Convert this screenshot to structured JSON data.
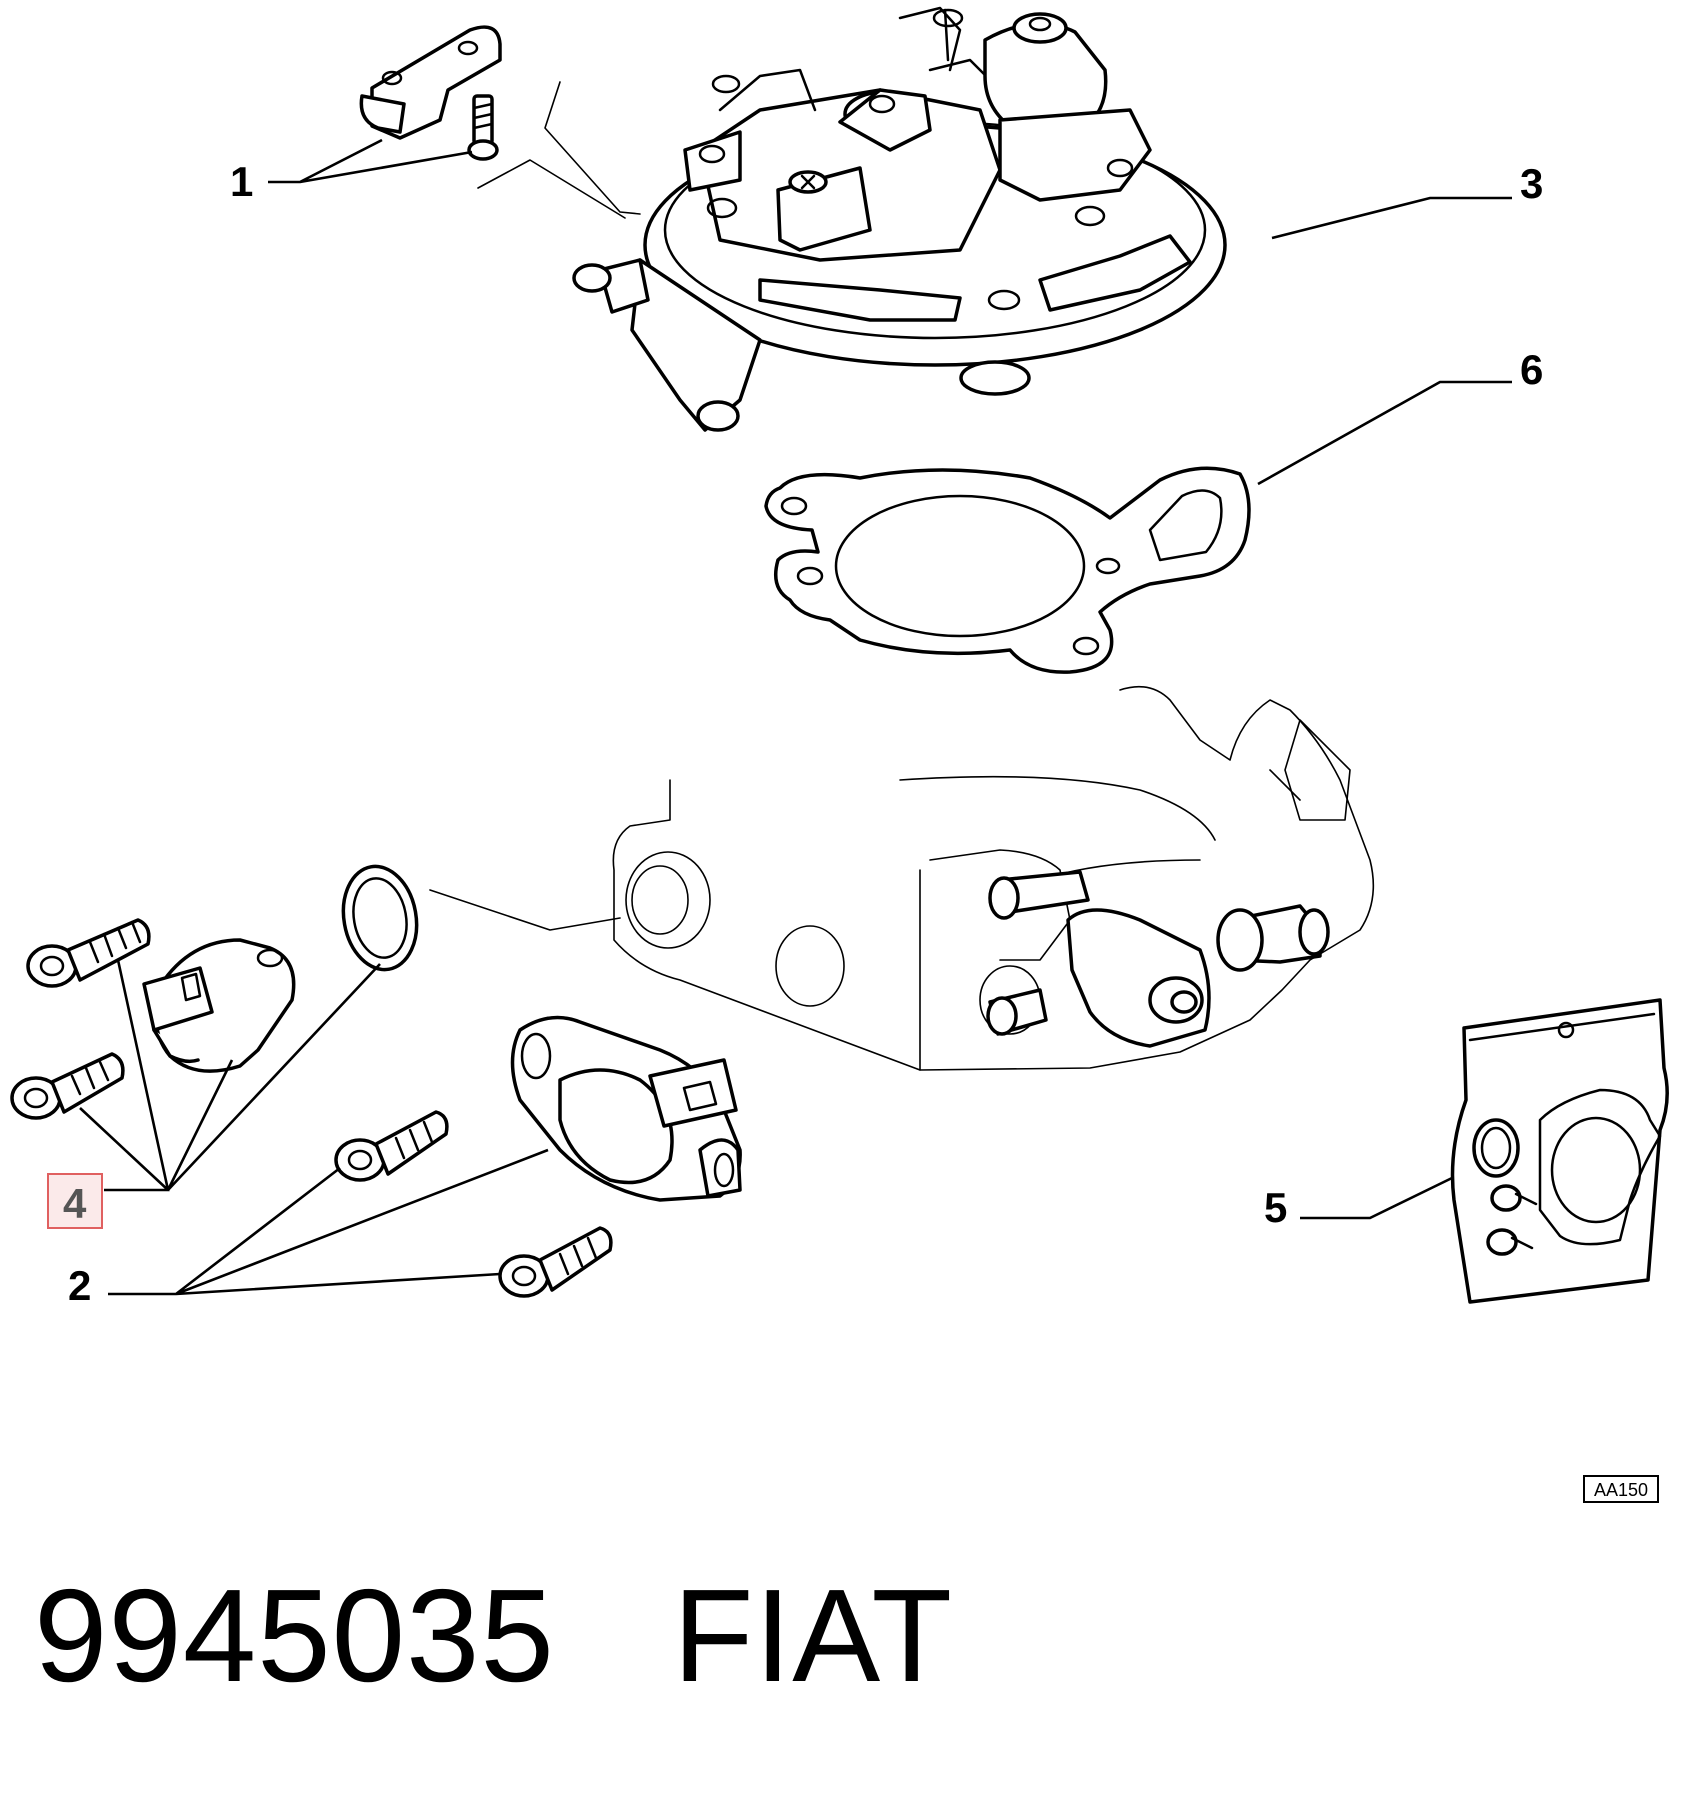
{
  "diagram": {
    "callouts": {
      "c1": "1",
      "c2": "2",
      "c3": "3",
      "c4": "4",
      "c5": "5",
      "c6": "6"
    },
    "highlighted_callout": "4",
    "reference_code": "AA150"
  },
  "footer": {
    "part_number": "9945035",
    "brand": "FIAT"
  }
}
